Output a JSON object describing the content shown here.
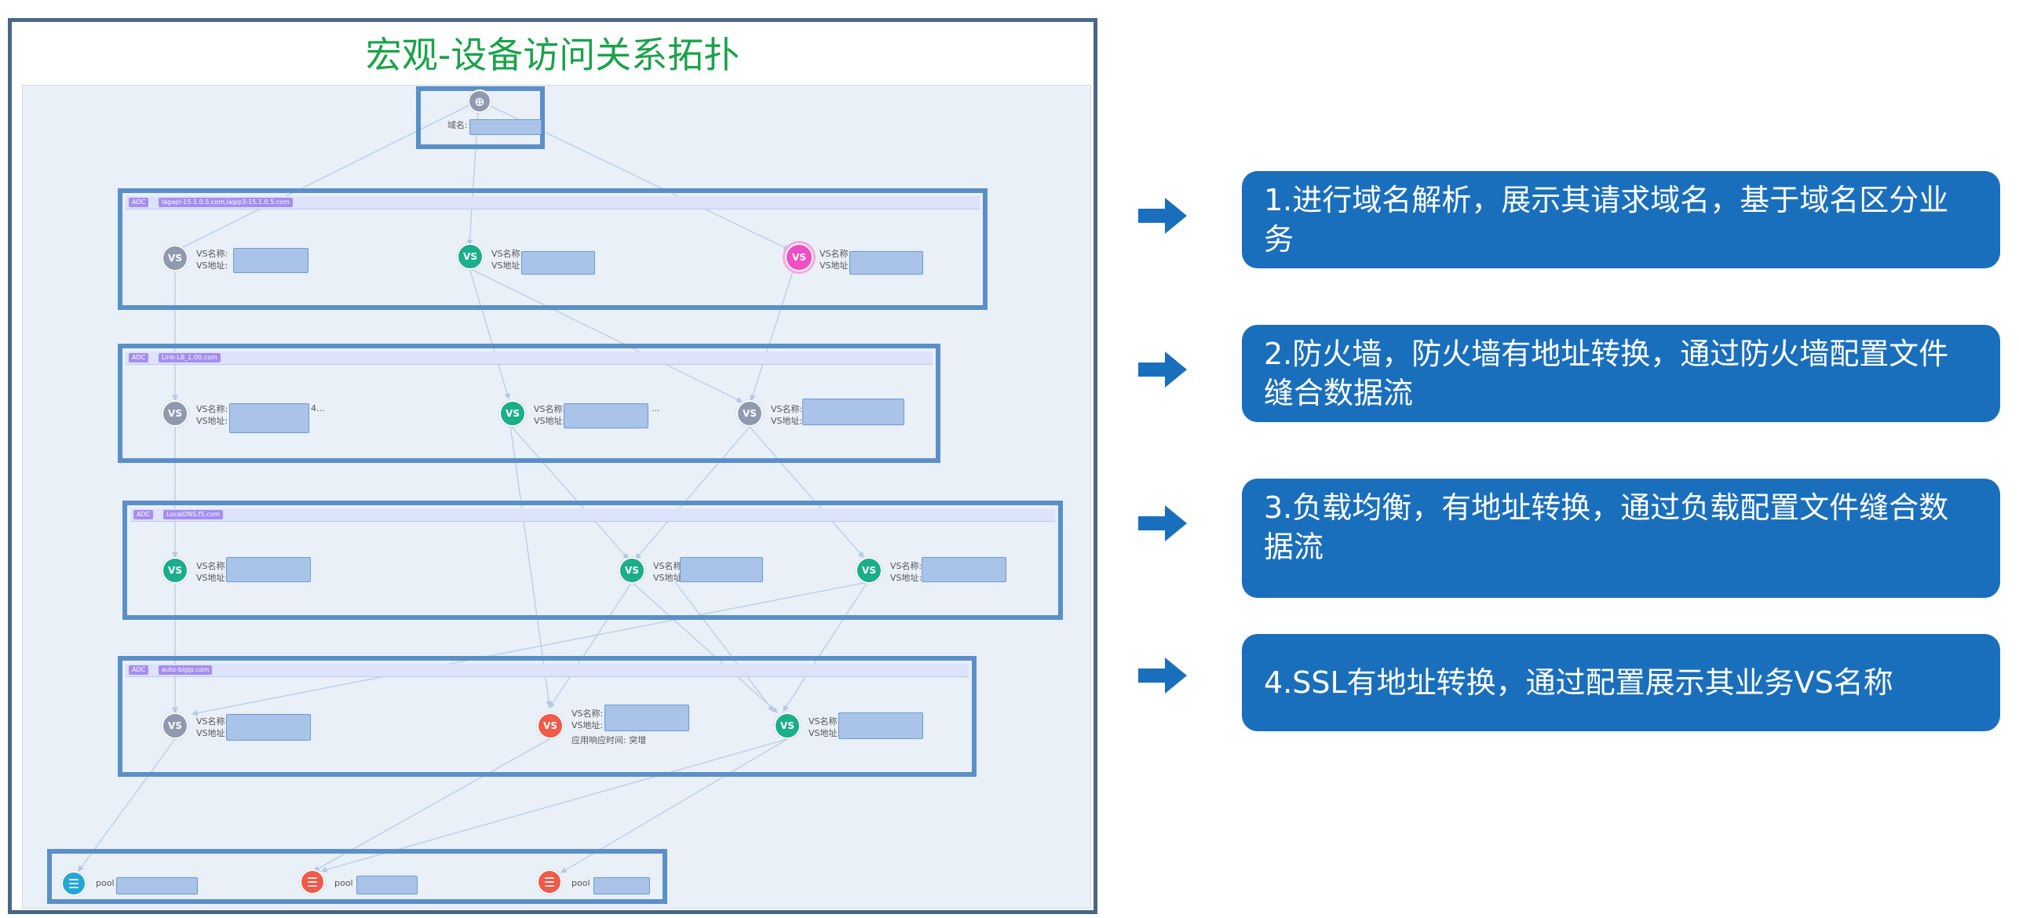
{
  "title": "宏观-设备访问关系拓扑",
  "domain_node": {
    "label": "域名:"
  },
  "groups": [
    {
      "adc": "ADC",
      "name": "lagapl-15.1.0.5.com,lagip3-15.1.0.5.com"
    },
    {
      "adc": "ADC",
      "name": "Link-LB_1.00.com"
    },
    {
      "adc": "ADC",
      "name": "LocalDNS.f5.com"
    },
    {
      "adc": "ADC",
      "name": "auto-bigip.com"
    }
  ],
  "vs_node": {
    "badge": "VS",
    "name_label": "VS名称:",
    "addr_label": "VS地址:"
  },
  "vs_extra": {
    "truncation": "4...",
    "ellipsis": "...",
    "response_time": "应用响应时间: 突增"
  },
  "pool_node": {
    "label": "pool"
  },
  "callouts": [
    {
      "text": "1.进行域名解析，展示其请求域名，基于域名区分业务"
    },
    {
      "text": "2.防火墙，防火墙有地址转换，通过防火墙配置文件缝合数据流"
    },
    {
      "text": "3.负载均衡，有地址转换，通过负载配置文件缝合数据流"
    },
    {
      "text": "4.SSL有地址转换，通过配置展示其业务VS名称"
    }
  ],
  "colors": {
    "title": "#1aa34a",
    "callout_bg": "#1a6fbd",
    "arrow": "#1a6fbd",
    "group_border": "#5b8fc8",
    "frame": "#4a6784"
  }
}
